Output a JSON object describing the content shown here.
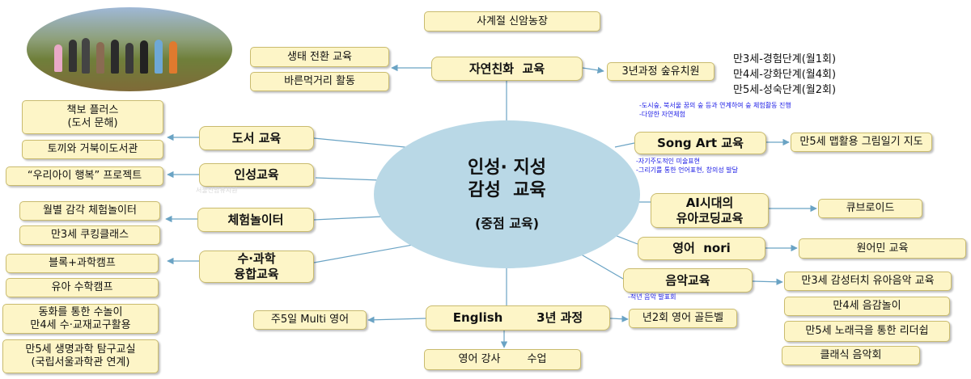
{
  "center": {
    "title": "인성· 지성\n감성  교육",
    "subtitle": "(중점  교육)"
  },
  "top_box": "사계절  신암농장",
  "categories": {
    "nature": "자연친화  교육",
    "books": "도서 교육",
    "character": "인성교육",
    "play": "체험놀이터",
    "math_science": "수·과학\n융합교육",
    "english": "English        3년 과정",
    "song_art": "Song Art 교육",
    "ai": "AI시대의\n유아코딩교육",
    "english_nori": "영어  nori",
    "music": "음악교육"
  },
  "items": {
    "nature_eco": "생태 전환 교육",
    "nature_walk": "바른먹거리 활동",
    "forest_kinder": "3년과정 숲유치원",
    "book_plus": "책보 플러스\n(도서 문해)",
    "book_library": "토끼와 거북이도서관",
    "project": "“우리아이 행복” 프로젝트",
    "play_monthly": "월별 감각 체험놀이터",
    "play_cooking": "만3세 쿠킹클래스",
    "block_camp": "블록+과학캠프",
    "math_camp": "유아 수학캠프",
    "fairy_math": "동화를 통한 수놀이\n만4세 수·교재교구활용",
    "life_science": "만5세 생명과학 탐구교실\n(국립서울과학관 연계)",
    "multi_english": "주5일 Multi 영어",
    "golden_bell": "년2회 영어 골든벨",
    "english_teacher": "영어 강사        수업",
    "map_diary": "만5세 맵활용 그림일기 지도",
    "cuberoid": "큐브로이드",
    "native": "원어민 교육",
    "music_touch": "만3세 감성터치 유아음악 교육",
    "music_sense": "만4세 음감놀이",
    "music_lead": "만5세 노래극을 통한 리더쉽",
    "music_classic": "클래식 음악회"
  },
  "forest_stages": "만3세-경험단계(월1회)\n만4세-강화단계(월4회)\n만5세-성숙단계(월2회)",
  "notes": {
    "forest_note": "-도시숲, 북서울 꿈의 숲 등과 연계하여 숲 체험활동 진행\n-다양한 자연체험",
    "art_note": "-자기주도적인 미술표현\n-그리기를 통한 언어표현, 창의성 발달",
    "music_note": "-적년 음악 발표회"
  },
  "watermark": "서울신암유치원",
  "colors": {
    "box_fill": "#fdf5c7",
    "center_fill": "#b9d8e6",
    "line": "#6aa3c4",
    "note": "#1a1ae6"
  }
}
